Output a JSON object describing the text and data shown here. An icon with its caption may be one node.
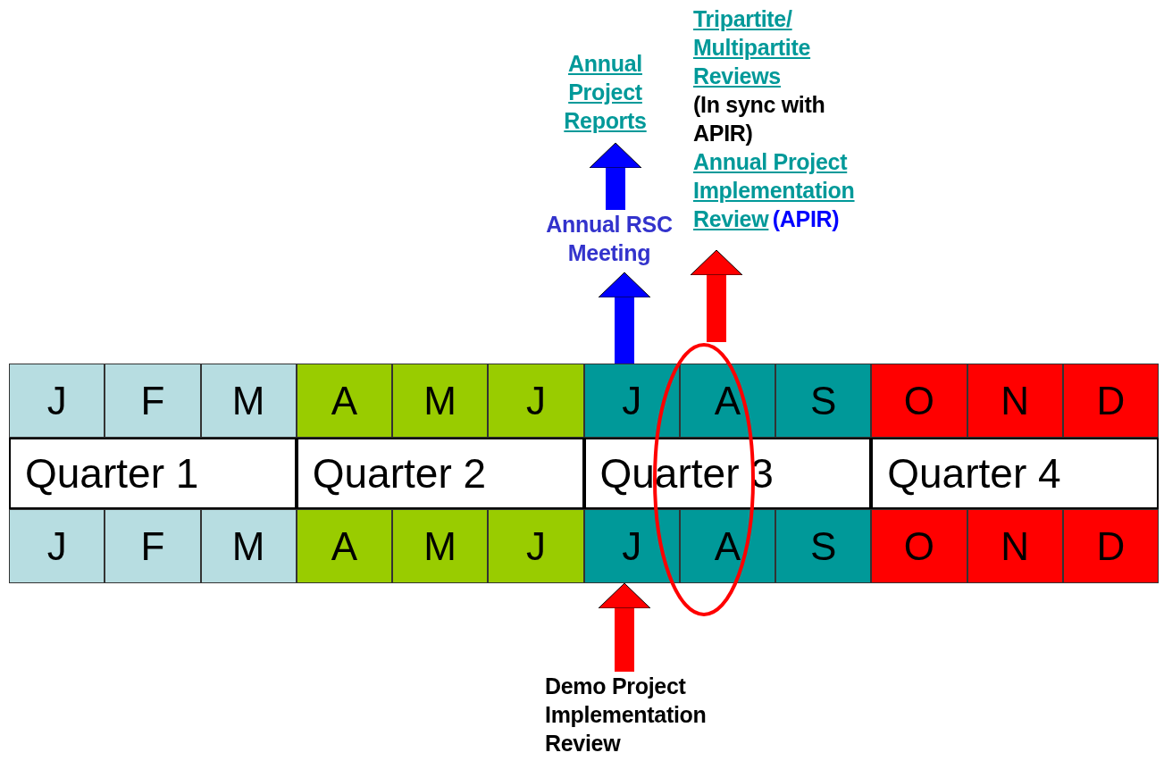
{
  "diagram": {
    "nodes": [
      {
        "text": [
          "Annual Project Reports"
        ]
      },
      {
        "text": [
          "Tripartite/ Multipartite Reviews",
          "(In sync with APIR)",
          "Annual Project Implementation Review",
          "(APIR)"
        ]
      },
      {
        "text": [
          "Annual RSC Meeting"
        ]
      },
      {
        "text": [],
        "shape": "ellipse"
      },
      {
        "text": [
          "J"
        ]
      },
      {
        "text": [
          "F"
        ]
      },
      {
        "text": [
          "M"
        ]
      },
      {
        "text": [
          "A"
        ]
      },
      {
        "text": [
          "M"
        ]
      },
      {
        "text": [
          "J"
        ]
      },
      {
        "text": [
          "J"
        ]
      },
      {
        "text": [
          "A"
        ]
      },
      {
        "text": [
          "S"
        ]
      },
      {
        "text": [
          "O"
        ]
      },
      {
        "text": [
          "N"
        ]
      },
      {
        "text": [
          "D"
        ]
      },
      {
        "text": [
          "Quarter 1"
        ]
      },
      {
        "text": [
          "Quarter 2"
        ]
      },
      {
        "text": [
          "Quarter 3"
        ]
      },
      {
        "text": [
          "Quarter 4"
        ]
      },
      {
        "text": [
          "J"
        ]
      },
      {
        "text": [
          "F"
        ]
      },
      {
        "text": [
          "M"
        ]
      },
      {
        "text": [
          "A"
        ]
      },
      {
        "text": [
          "M"
        ]
      },
      {
        "text": [
          "J"
        ]
      },
      {
        "text": [
          "J"
        ]
      },
      {
        "text": [
          "A"
        ]
      },
      {
        "text": [
          "S"
        ]
      },
      {
        "text": [
          "O"
        ]
      },
      {
        "text": [
          "N"
        ]
      },
      {
        "text": [
          "D"
        ]
      },
      {
        "text": [
          "Demo Project Implementation Review"
        ]
      }
    ],
    "edges": [
      {
        "from": 10,
        "to": 2,
        "arrow": "to",
        "color": "#0000ff"
      },
      {
        "from": 2,
        "to": 0,
        "arrow": "to",
        "color": "#0000ff"
      },
      {
        "from": 3,
        "to": 1,
        "arrow": "to",
        "color": "#ff0000"
      },
      {
        "from": 32,
        "to": 26,
        "arrow": "to",
        "color": "#ff0000"
      }
    ]
  }
}
